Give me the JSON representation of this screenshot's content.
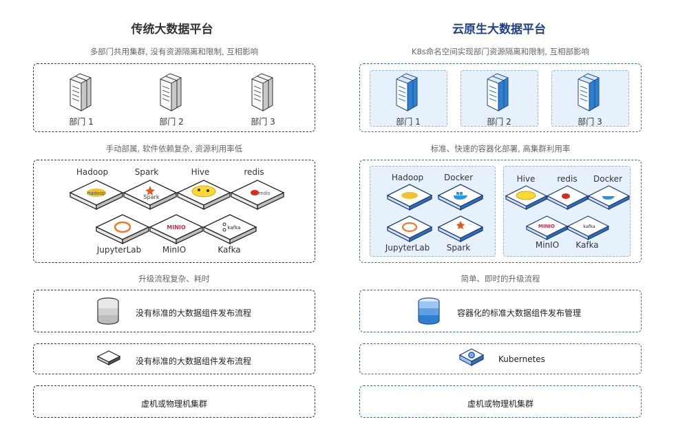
{
  "left": {
    "title": "传统大数据平台",
    "cap1": "多部门共用集群, 没有资源隔离和限制, 互相影响",
    "depts": [
      "部门 1",
      "部门 2",
      "部门 3"
    ],
    "cap2": "手动部属, 软件依赖复杂, 资源利用率低",
    "comps_top": [
      "Hadoop",
      "Spark",
      "Hive",
      "redis"
    ],
    "comps_bottom": [
      "JupyterLab",
      "MinIO",
      "Kafka"
    ],
    "cap3": "升级流程复杂、耗时",
    "layer1": "没有标准的大数据组件发布流程",
    "layer2": "没有标准的大数据组件发布流程",
    "layer3": "虚机或物理机集群"
  },
  "right": {
    "title": "云原生大数据平台",
    "cap1": "K8s命名空间实现部门资源隔离和限制, 互相部影响",
    "depts": [
      "部门 1",
      "部门 2",
      "部门 3"
    ],
    "cap2": "标准、快速的容器化部署, 高集群利用率",
    "panelA_top": [
      "Hadoop",
      "Docker"
    ],
    "panelA_bottom": [
      "JupyterLab",
      "Spark"
    ],
    "panelB_top": [
      "Hive",
      "redis",
      "Docker"
    ],
    "panelB_bottom": [
      "MinIO",
      "Kafka"
    ],
    "cap3": "简单、即时的升级流程",
    "layer1": "容器化的标准大数据组件发布管理",
    "layer2": "Kubernetes",
    "layer3": "虚机或物理机集群"
  },
  "tile_texts": {
    "hadoop": "hadoop",
    "spark": "Spark",
    "minio": "MINIO",
    "kafka": "kafka",
    "redis": "redis"
  },
  "colors": {
    "title_left": "#333333",
    "title_right": "#1f3f8a",
    "border_left": "#333333",
    "border_right": "#3f5fa8",
    "panel_fill": "#e6f1fb",
    "server_blue": "#2f7fd0"
  }
}
